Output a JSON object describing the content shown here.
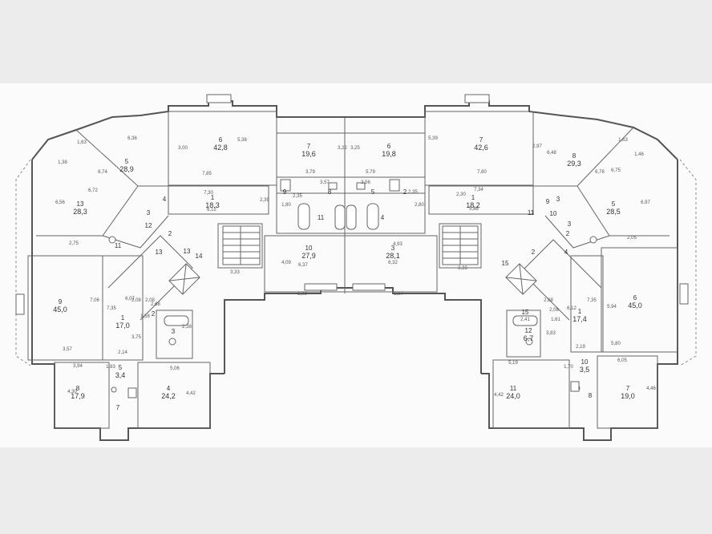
{
  "rooms": [
    {
      "n": "6",
      "a": "42,8"
    },
    {
      "n": "5",
      "a": "28,9"
    },
    {
      "n": "13",
      "a": "28,3"
    },
    {
      "n": "1",
      "a": "18,3"
    },
    {
      "n": "7",
      "a": "19,6"
    },
    {
      "n": "6",
      "a": "19,8"
    },
    {
      "n": "7",
      "a": "42,6"
    },
    {
      "n": "8",
      "a": "29,3"
    },
    {
      "n": "1",
      "a": "18,2"
    },
    {
      "n": "5",
      "a": "28,5"
    },
    {
      "n": "10",
      "a": "27,9"
    },
    {
      "n": "3",
      "a": "28,1"
    },
    {
      "n": "9",
      "a": "45,0"
    },
    {
      "n": "1",
      "a": "17,0"
    },
    {
      "n": "1",
      "a": "17,4"
    },
    {
      "n": "6",
      "a": "45,0"
    },
    {
      "n": "8",
      "a": "17,9"
    },
    {
      "n": "4",
      "a": "24,2"
    },
    {
      "n": "11",
      "a": "24,0"
    },
    {
      "n": "7",
      "a": "19,0"
    },
    {
      "n": "10",
      "a": "3,5"
    },
    {
      "n": "5",
      "a": "3,4"
    },
    {
      "n": "12",
      "a": "6,7"
    }
  ],
  "room_numbers": [
    "9",
    "8",
    "5",
    "2",
    "11",
    "4",
    "3",
    "12",
    "11",
    "13",
    "2",
    "4",
    "3",
    "2",
    "11",
    "10",
    "9",
    "3",
    "4",
    "2",
    "13",
    "15",
    "2",
    "3",
    "7",
    "8",
    "14",
    "15"
  ],
  "dimensions": [
    "6,36",
    "1,63",
    "6,74",
    "5,38",
    "1,38",
    "3,00",
    "7,85",
    "6,72",
    "6,56",
    "7,30",
    "6,12",
    "2,39",
    "2,75",
    "3,79",
    "3,22",
    "3,25",
    "3,57",
    "3,56",
    "1,80",
    "2,35",
    "5,79",
    "2,80",
    "2,35",
    "5,39",
    "2,97",
    "6,48",
    "1,63",
    "1,46",
    "7,80",
    "7,34",
    "5,88",
    "2,30",
    "6,76",
    "6,75",
    "6,97",
    "2,05",
    "4,09",
    "6,37",
    "6,32",
    "4,93",
    "1,98",
    "1,97",
    "3,33",
    "3,33",
    "7,06",
    "7,35",
    "6,07",
    "2,68",
    "2,08",
    "3,75",
    "2,14",
    "1,58",
    "2,38",
    "5,06",
    "3,57",
    "3,94",
    "4,30",
    "1,83",
    "2,08",
    "4,42",
    "2,68",
    "2,08",
    "6,12",
    "7,35",
    "5,94",
    "2,41",
    "1,61",
    "3,83",
    "2,19",
    "5,80",
    "6,05",
    "5,19",
    "1,70",
    "4,42",
    "4,46"
  ]
}
